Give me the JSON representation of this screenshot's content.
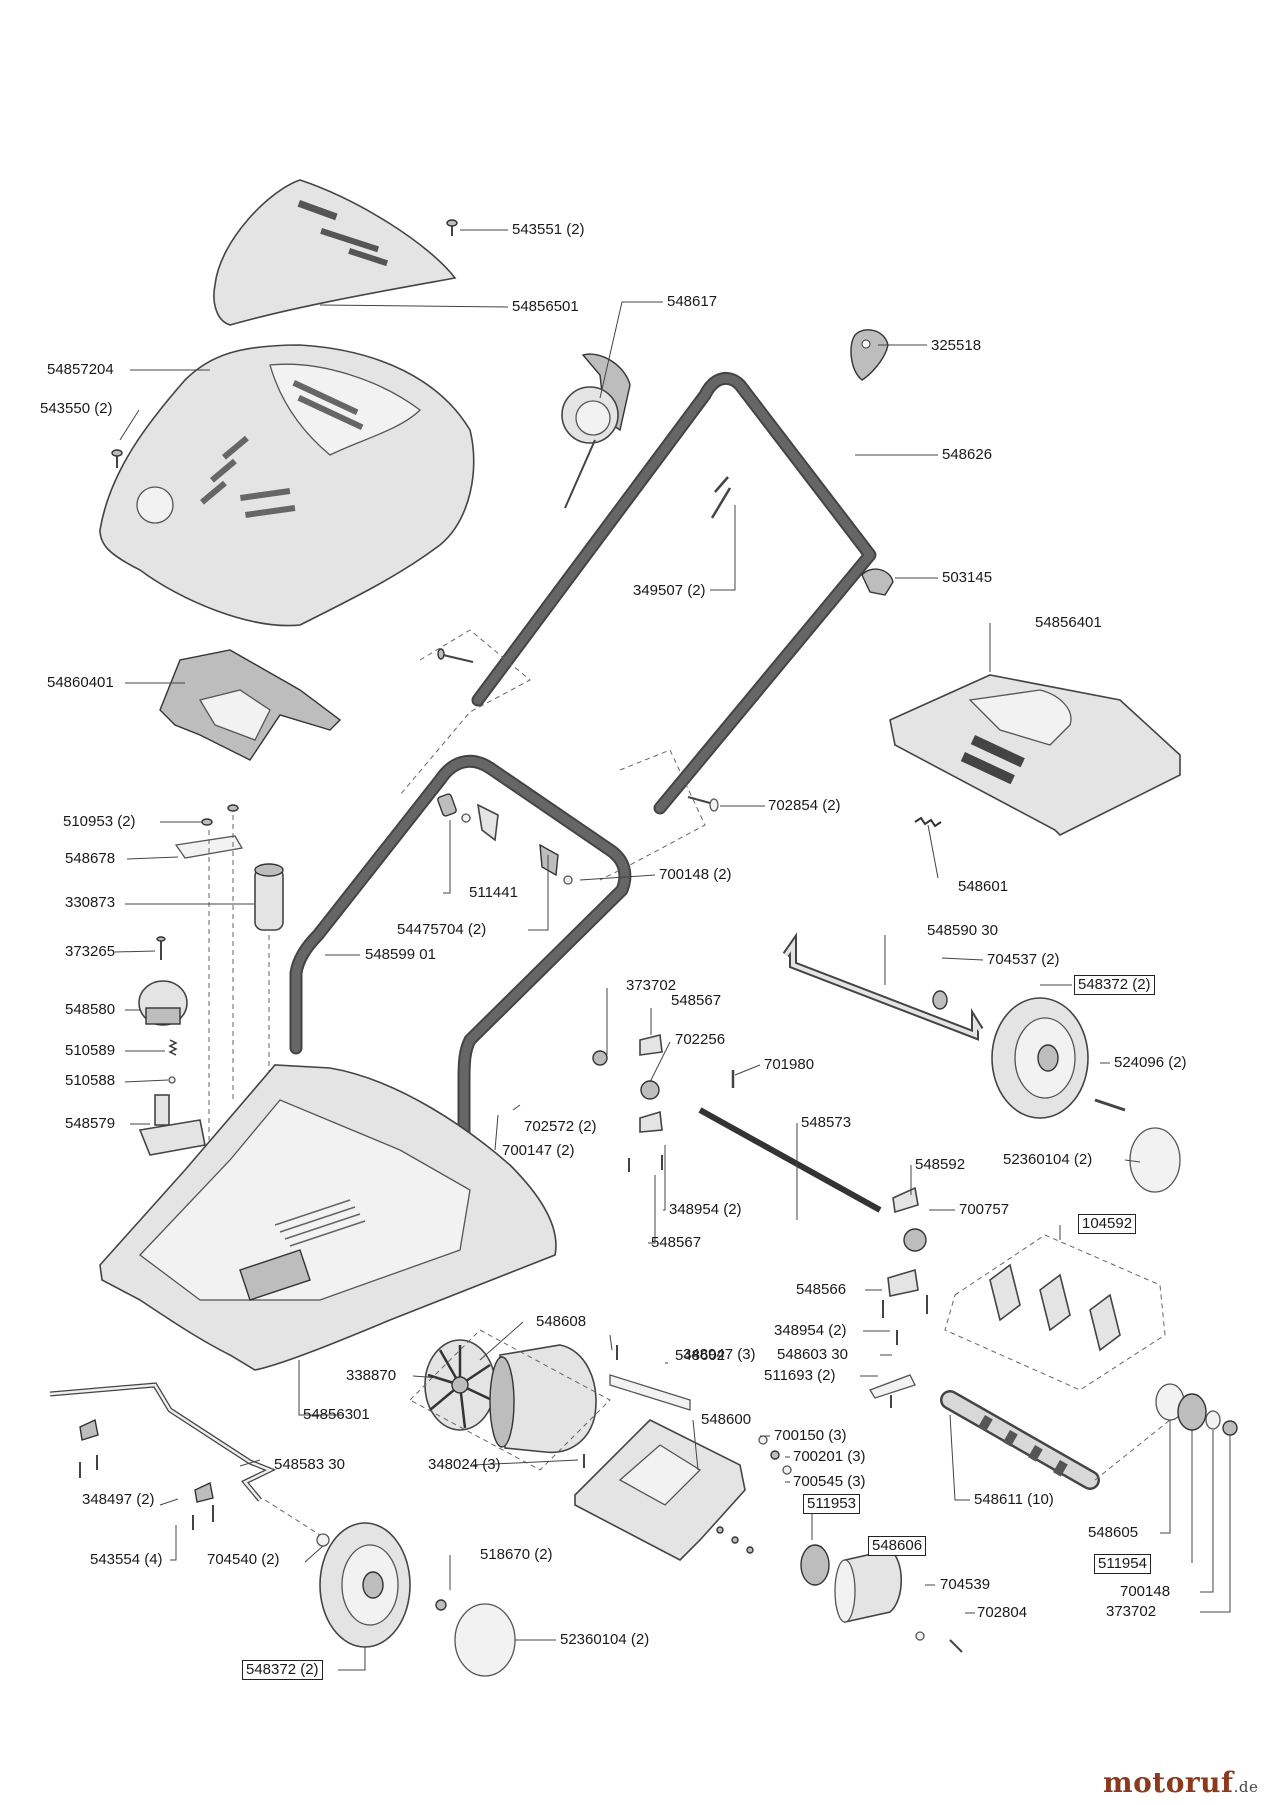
{
  "diagram": {
    "labels": [
      {
        "id": "l01",
        "text": "543551 (2)"
      },
      {
        "id": "l02",
        "text": "54856501"
      },
      {
        "id": "l03",
        "text": "548617"
      },
      {
        "id": "l04",
        "text": "325518"
      },
      {
        "id": "l05",
        "text": "54857204"
      },
      {
        "id": "l06",
        "text": "543550 (2)"
      },
      {
        "id": "l07",
        "text": "548626"
      },
      {
        "id": "l08",
        "text": "349507 (2)"
      },
      {
        "id": "l09",
        "text": "503145"
      },
      {
        "id": "l10",
        "text": "54856401"
      },
      {
        "id": "l11",
        "text": "54860401"
      },
      {
        "id": "l12",
        "text": "702854 (2)"
      },
      {
        "id": "l13",
        "text": "510953 (2)"
      },
      {
        "id": "l14",
        "text": "548678"
      },
      {
        "id": "l15",
        "text": "548601"
      },
      {
        "id": "l16",
        "text": "511441"
      },
      {
        "id": "l17",
        "text": "700148 (2)"
      },
      {
        "id": "l18",
        "text": "330873"
      },
      {
        "id": "l19",
        "text": "54475704 (2)"
      },
      {
        "id": "l20",
        "text": "548590 30"
      },
      {
        "id": "l21",
        "text": "373265"
      },
      {
        "id": "l22",
        "text": "548599 01"
      },
      {
        "id": "l23",
        "text": "704537 (2)"
      },
      {
        "id": "l24",
        "text": "373702"
      },
      {
        "id": "l25",
        "text": "548372 (2)",
        "boxed": true
      },
      {
        "id": "l26",
        "text": "548580"
      },
      {
        "id": "l27",
        "text": "548567"
      },
      {
        "id": "l28",
        "text": "702256"
      },
      {
        "id": "l29",
        "text": "510589"
      },
      {
        "id": "l30",
        "text": "701980"
      },
      {
        "id": "l31",
        "text": "524096 (2)"
      },
      {
        "id": "l32",
        "text": "510588"
      },
      {
        "id": "l33",
        "text": "548579"
      },
      {
        "id": "l34",
        "text": "702572 (2)"
      },
      {
        "id": "l35",
        "text": "548573"
      },
      {
        "id": "l36",
        "text": "700147 (2)"
      },
      {
        "id": "l37",
        "text": "548592"
      },
      {
        "id": "l38",
        "text": "52360104 (2)"
      },
      {
        "id": "l39",
        "text": "348954 (2)"
      },
      {
        "id": "l40",
        "text": "700757"
      },
      {
        "id": "l41",
        "text": "548567"
      },
      {
        "id": "l42",
        "text": "104592",
        "boxed": true
      },
      {
        "id": "l43",
        "text": "548566"
      },
      {
        "id": "l44",
        "text": "548608"
      },
      {
        "id": "l45",
        "text": "348947 (3)"
      },
      {
        "id": "l46",
        "text": "348954 (2)"
      },
      {
        "id": "l47",
        "text": "548602"
      },
      {
        "id": "l48",
        "text": "548603 30"
      },
      {
        "id": "l49",
        "text": "338870"
      },
      {
        "id": "l50",
        "text": "511693 (2)"
      },
      {
        "id": "l51",
        "text": "54856301"
      },
      {
        "id": "l52",
        "text": "548600"
      },
      {
        "id": "l53",
        "text": "700150 (3)"
      },
      {
        "id": "l54",
        "text": "548583 30"
      },
      {
        "id": "l55",
        "text": "348024 (3)"
      },
      {
        "id": "l56",
        "text": "700201 (3)"
      },
      {
        "id": "l57",
        "text": "700545 (3)"
      },
      {
        "id": "l58",
        "text": "548611 (10)"
      },
      {
        "id": "l59",
        "text": "348497 (2)"
      },
      {
        "id": "l60",
        "text": "511953",
        "boxed": true
      },
      {
        "id": "l61",
        "text": "548605"
      },
      {
        "id": "l62",
        "text": "548606",
        "boxed": true
      },
      {
        "id": "l63",
        "text": "511954",
        "boxed": true
      },
      {
        "id": "l64",
        "text": "543554 (4)"
      },
      {
        "id": "l65",
        "text": "704540 (2)"
      },
      {
        "id": "l66",
        "text": "518670 (2)"
      },
      {
        "id": "l67",
        "text": "704539"
      },
      {
        "id": "l68",
        "text": "700148"
      },
      {
        "id": "l69",
        "text": "702804"
      },
      {
        "id": "l70",
        "text": "373702"
      },
      {
        "id": "l71",
        "text": "52360104 (2)"
      },
      {
        "id": "l72",
        "text": "548372 (2)",
        "boxed": true
      }
    ]
  },
  "watermark": {
    "brand": "motoruf",
    "suffix": ".de"
  }
}
